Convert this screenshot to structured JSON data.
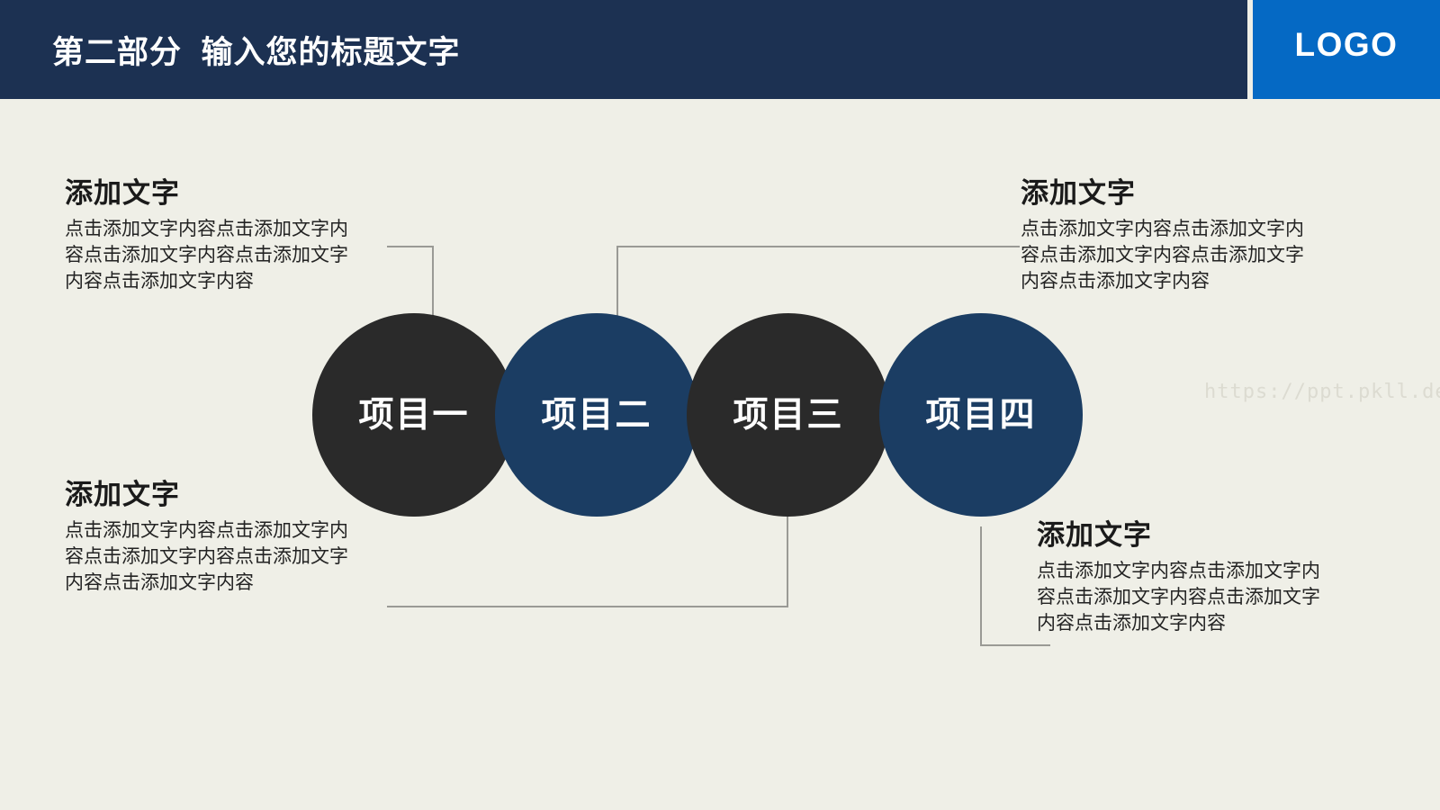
{
  "header": {
    "title": "第二部分  输入您的标题文字",
    "logo_label": "LOGO",
    "bar_color": "#1C3152",
    "logo_color": "#0569C4"
  },
  "colors": {
    "background": "#EFEFE7",
    "dark_circle": "#2A2A2A",
    "blue_circle": "#1B3D63",
    "connector": "#9A9A95",
    "heading_text": "#1A1A1A",
    "body_text": "#232323",
    "watermark": "#DCDBD1"
  },
  "circles": [
    {
      "label": "项目一",
      "fill": "#2A2A2A"
    },
    {
      "label": "项目二",
      "fill": "#1B3D63"
    },
    {
      "label": "项目三",
      "fill": "#2A2A2A"
    },
    {
      "label": "项目四",
      "fill": "#1B3D63"
    }
  ],
  "callouts": [
    {
      "position": "top-left",
      "heading": "添加文字",
      "body": "点击添加文字内容点击添加文字内容点击添加文字内容点击添加文字内容点击添加文字内容"
    },
    {
      "position": "top-right",
      "heading": "添加文字",
      "body": "点击添加文字内容点击添加文字内容点击添加文字内容点击添加文字内容点击添加文字内容"
    },
    {
      "position": "bottom-left",
      "heading": "添加文字",
      "body": "点击添加文字内容点击添加文字内容点击添加文字内容点击添加文字内容点击添加文字内容"
    },
    {
      "position": "bottom-right",
      "heading": "添加文字",
      "body": "点击添加文字内容点击添加文字内容点击添加文字内容点击添加文字内容点击添加文字内容"
    }
  ],
  "watermark": "https://ppt.pkll.de"
}
